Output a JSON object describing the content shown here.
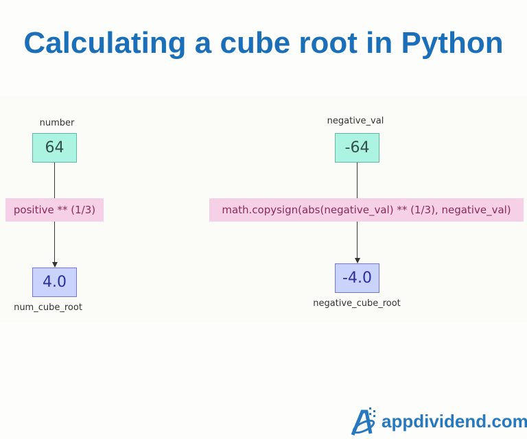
{
  "title": "Calculating a cube root in Python",
  "left": {
    "input_label": "number",
    "input_value": "64",
    "operation": "positive ** (1/3)",
    "output_value": "4.0",
    "output_label": "num_cube_root"
  },
  "right": {
    "input_label": "negative_val",
    "input_value": "-64",
    "operation": "math.copysign(abs(negative_val) ** (1/3), negative_val)",
    "output_value": "-4.0",
    "output_label": "negative_cube_root"
  },
  "brand": {
    "name": "appdividend.com",
    "color": "#2878c0"
  }
}
